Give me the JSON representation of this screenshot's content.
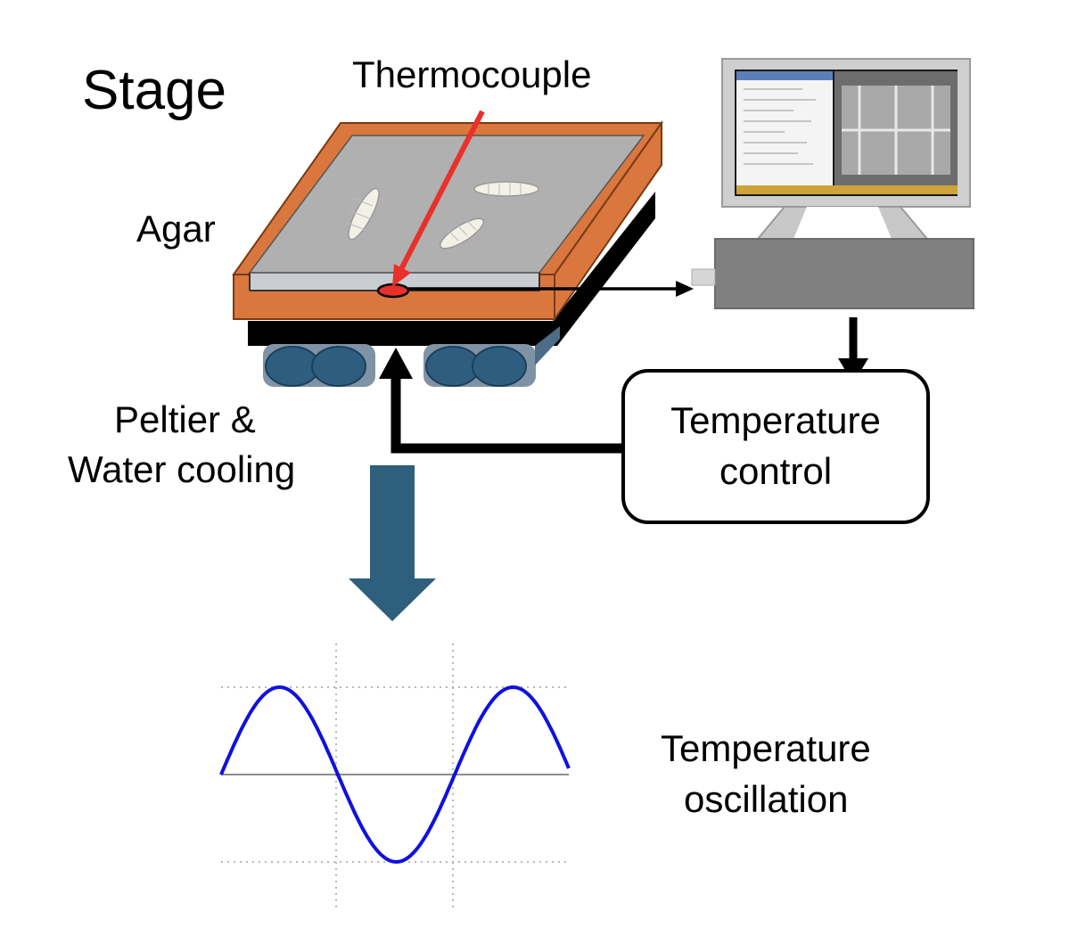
{
  "labels": {
    "stage": "Stage",
    "thermocouple": "Thermocouple",
    "agar": "Agar",
    "peltier_line1": "Peltier &",
    "peltier_line2": "Water cooling",
    "control_line1": "Temperature",
    "control_line2": "control",
    "oscillation_line1": "Temperature",
    "oscillation_line2": "oscillation"
  },
  "colors": {
    "frame_orange": "#d9773e",
    "agar_gray": "#b3b3b3",
    "thermocouple_red": "#e8312a",
    "cooler_blue": "#2f5d80",
    "flow_arrow": "#2e5f7c",
    "sine_wave": "#1010e0",
    "monitor_gray": "#c8c8c8",
    "box_gray": "#808080"
  },
  "icons": {
    "stage": "stage-illustration",
    "computer": "computer-illustration",
    "larvae": "larva-icon"
  }
}
